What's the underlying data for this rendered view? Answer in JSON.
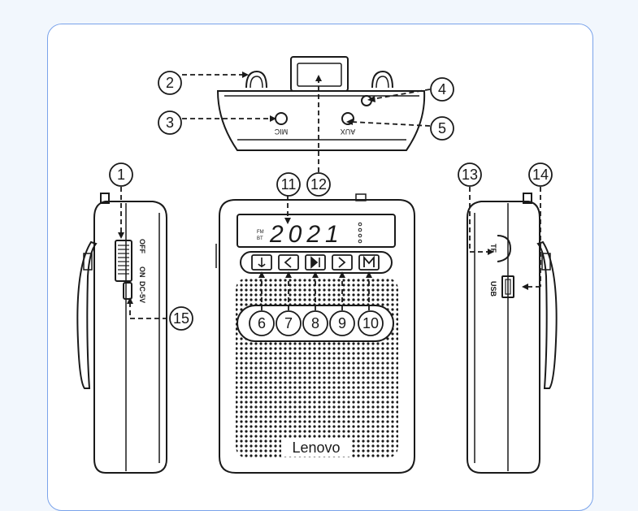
{
  "colors": {
    "background": "#f2f7fd",
    "frame_border": "#7aa3ea",
    "line": "#1a1a1a"
  },
  "labels": {
    "mic": "MIC",
    "aux": "AUX",
    "brand": "Lenovo",
    "display_digits": "2021",
    "switch_off": "OFF",
    "switch_on": "ON",
    "dc_in": "DC-5V",
    "tf": "TF",
    "usb": "USB"
  },
  "callouts": [
    "1",
    "2",
    "3",
    "4",
    "5",
    "6",
    "7",
    "8",
    "9",
    "10",
    "11",
    "12",
    "13",
    "14",
    "15"
  ],
  "buttons": [
    "mic-icon",
    "prev-icon",
    "play-pause-icon",
    "next-icon",
    "mode-icon"
  ]
}
